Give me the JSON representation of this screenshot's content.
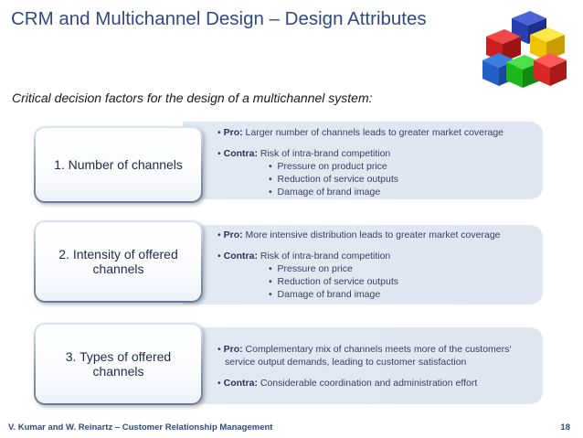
{
  "slide": {
    "title": "CRM and Multichannel Design – Design Attributes",
    "subtitle": "Critical decision factors for the design of a multichannel system:"
  },
  "factors": [
    {
      "label": "1. Number of channels",
      "pro_label": "Pro:",
      "pro_text": "Larger number of channels leads to greater market coverage",
      "contra_label": "Contra:",
      "contra_text": "Risk of intra-brand competition",
      "sub_items": [
        "Pressure on product price",
        "Reduction of service outputs",
        "Damage of brand image"
      ]
    },
    {
      "label": "2. Intensity of offered channels",
      "pro_label": "Pro:",
      "pro_text": "More intensive distribution leads to greater market coverage",
      "contra_label": "Contra:",
      "contra_text": "Risk of intra-brand competition",
      "sub_items": [
        "Pressure on price",
        "Reduction of service outputs",
        "Damage of brand image"
      ]
    },
    {
      "label": "3. Types of offered channels",
      "pro_label": "Pro:",
      "pro_text_line1": "Complementary mix of channels meets more of the customers‘",
      "pro_text_line2": "service output demands, leading to customer satisfaction",
      "contra_label": "Contra:",
      "contra_text": "Considerable coordination and administration effort"
    }
  ],
  "footer": {
    "source": "V. Kumar and W. Reinartz – Customer Relationship Management",
    "page_number": "18"
  },
  "bullet": "•",
  "colors": {
    "title": "#2f4a84",
    "panel": "#e1e7f2"
  }
}
